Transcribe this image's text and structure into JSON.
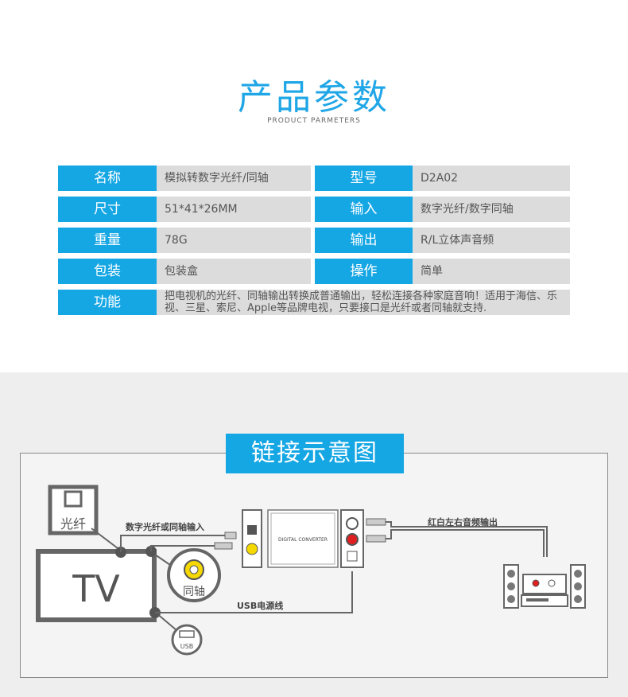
{
  "header": {
    "title": "产品参数",
    "subtitle": "PRODUCT PARMETERS"
  },
  "params": {
    "rows": [
      {
        "k1": "名称",
        "v1": "模拟转数字光纤/同轴",
        "k2": "型号",
        "v2": "D2A02"
      },
      {
        "k1": "尺寸",
        "v1": "51*41*26MM",
        "k2": "输入",
        "v2": "数字光纤/数字同轴"
      },
      {
        "k1": "重量",
        "v1": "78G",
        "k2": "输出",
        "v2": "R/L立体声音频"
      },
      {
        "k1": "包装",
        "v1": "包装盒",
        "k2": "操作",
        "v2": "简单"
      }
    ],
    "function_key": "功能",
    "function_value": "把电视机的光纤、同轴输出转换成普通输出，轻松连接各种家庭音响！适用于海信、乐视、三星、索尼、Apple等品牌电视，只要接口是光纤或者同轴就支持."
  },
  "diagram": {
    "banner": "链接示意图",
    "tv_label": "TV",
    "optical_label": "光纤",
    "coax_label": "同轴",
    "usb_label": "USB",
    "input_label": "数字光纤或同轴输入",
    "usb_power_label": "USB电源线",
    "output_label": "红白左右音频输出",
    "converter_label": "DIGITAL CONVERTER"
  }
}
